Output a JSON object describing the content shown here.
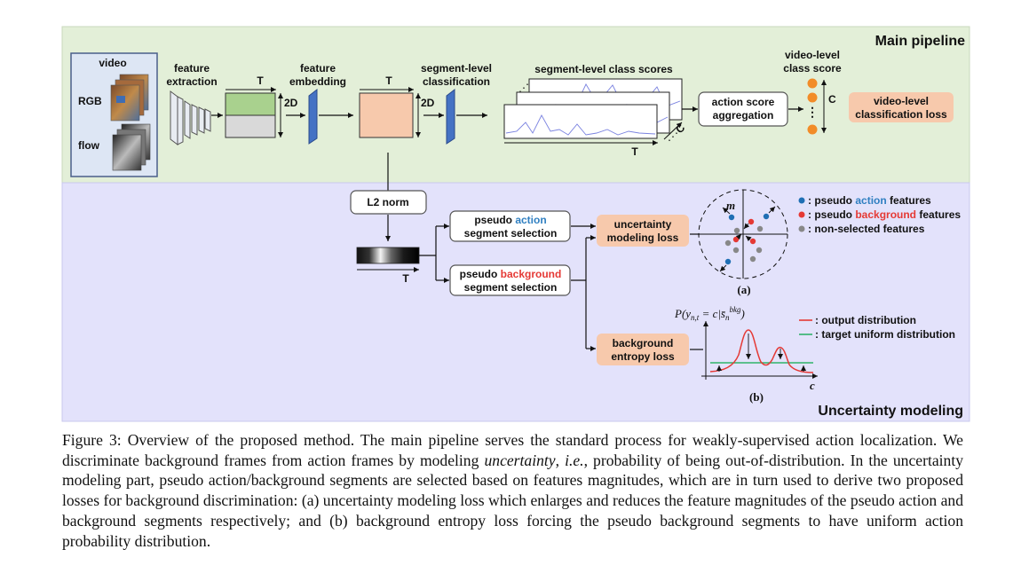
{
  "main": {
    "title": "Main pipeline",
    "title_color": "#4f7f2f",
    "bg_color": "#e3efd8",
    "video_label": "video",
    "rgb_label": "RGB",
    "flow_label": "flow",
    "feature_extraction": [
      "feature",
      "extraction"
    ],
    "feat_T": "T",
    "feat_2D": "2D",
    "feature_embedding": [
      "feature",
      "embedding"
    ],
    "emb_T": "T",
    "emb_2D": "2D",
    "segment_classification": [
      "segment-level",
      "classification"
    ],
    "scores_title": "segment-level class scores",
    "scores_T": "T",
    "scores_C": "C",
    "aggregation": [
      "action score",
      "aggregation"
    ],
    "video_score": [
      "video-level",
      "class score"
    ],
    "video_C": "C",
    "video_loss": [
      "video-level",
      "classification loss"
    ]
  },
  "uncertainty": {
    "title": "Uncertainty modeling",
    "title_color": "#5b1a8a",
    "bg_color": "#e3e2fb",
    "l2_norm": "L2 norm",
    "norm_T": "T",
    "pseudo_action": {
      "line1_prefix": "pseudo ",
      "line1_emph": "action",
      "line2": "segment selection",
      "emph_color": "#2f7fc1"
    },
    "pseudo_background": {
      "line1_prefix": "pseudo ",
      "line1_emph": "background",
      "line2": "segment selection",
      "emph_color": "#e53935"
    },
    "uncertainty_loss": [
      "uncertainty",
      "modeling loss"
    ],
    "entropy_loss": [
      "background",
      "entropy loss"
    ],
    "m_label": "m",
    "panel_a": "(a)",
    "panel_b": "(b)",
    "legend_a": [
      {
        "label_prefix": ": pseudo ",
        "label_emph": "action",
        "label_suffix": " features",
        "color": "#1f6fb4"
      },
      {
        "label_prefix": ": pseudo ",
        "label_emph": "background",
        "label_suffix": " features",
        "color": "#e53935"
      },
      {
        "label_prefix": ": non-selected features",
        "label_emph": "",
        "label_suffix": "",
        "color": "#888888"
      }
    ],
    "prob_label": "P(y",
    "prob_sub": "n,t",
    "prob_mid": " = c|s̄",
    "prob_sub2": "n",
    "prob_sup": "bkg",
    "prob_end": ")",
    "c_axis": "c",
    "legend_b": [
      {
        "label": ": output distribution",
        "color": "#e53935"
      },
      {
        "label": ": target uniform distribution",
        "color": "#2fb36b"
      }
    ]
  },
  "box_fill": "#f7c9ac",
  "caption": {
    "prefix": "Figure 3: Overview of the proposed method. The main pipeline serves the standard process for weakly-supervised action localization. We discriminate background frames from action frames by modeling ",
    "emph1": "uncertainty",
    "mid1": ", ",
    "emph2": "i.e.",
    "suffix": ", probability of being out-of-distribution. In the uncertainty modeling part, pseudo action/background segments are selected based on features magnitudes, which are in turn used to derive two proposed losses for background discrimination: (a) uncertainty modeling loss which enlarges and reduces the feature magnitudes of the pseudo action and background segments respectively; and (b) background entropy loss forcing the pseudo background segments to have uniform action probability distribution."
  }
}
